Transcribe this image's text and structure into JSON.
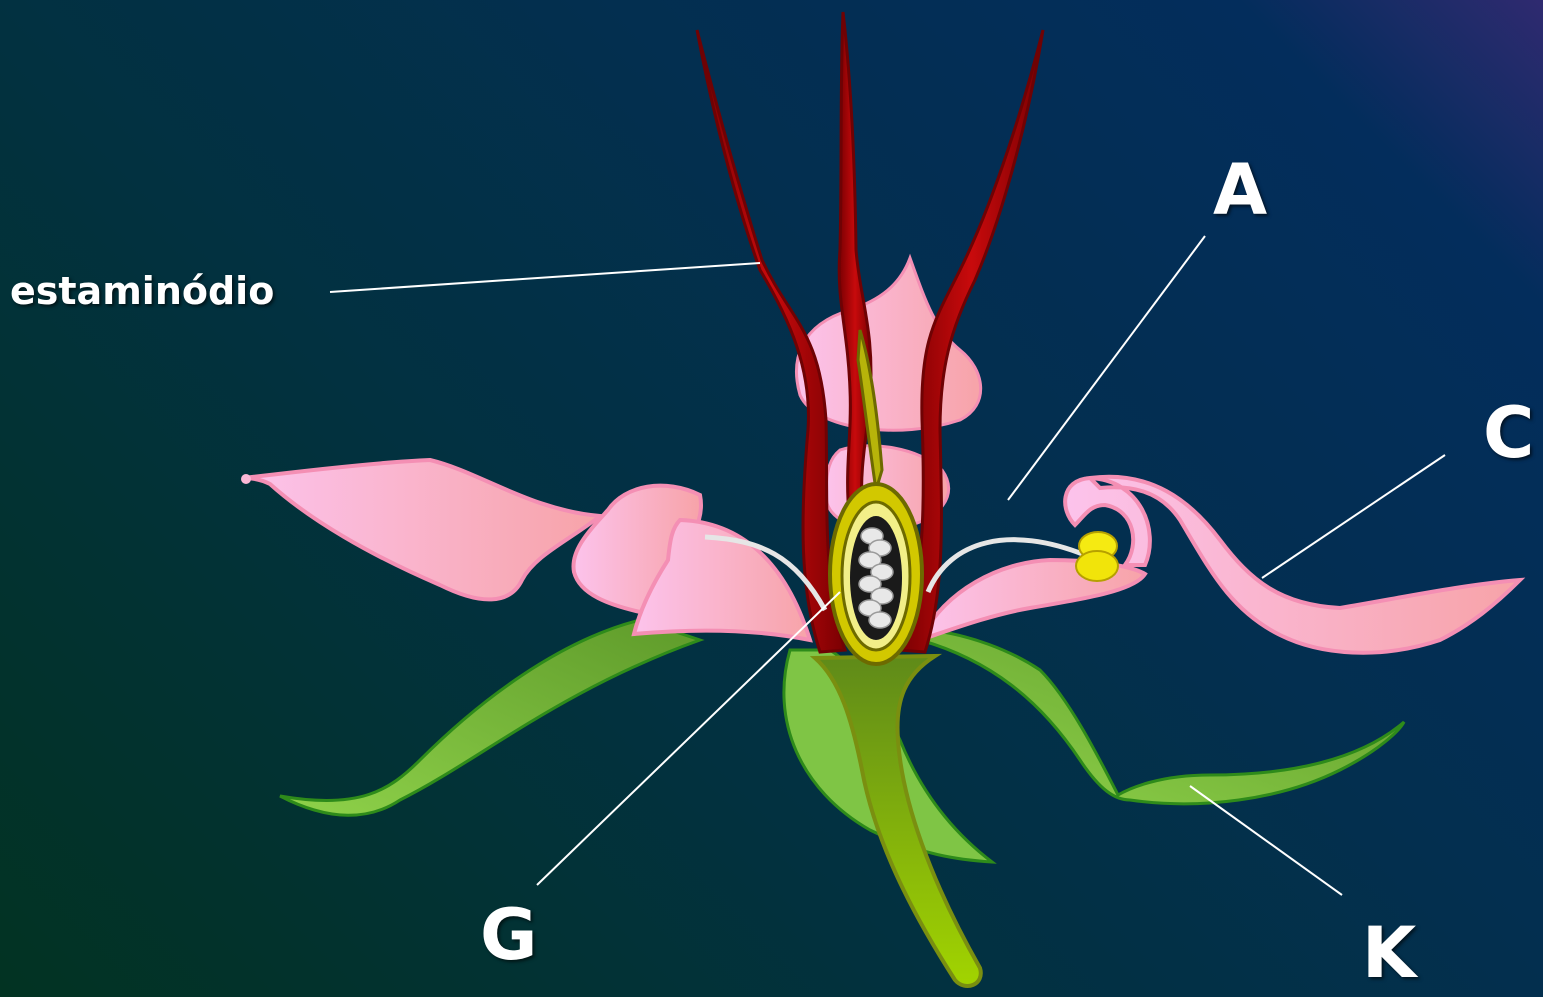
{
  "labels": {
    "staminode": "estaminódio",
    "androecium": "A",
    "corolla": "C",
    "gynoecium": "G",
    "calyx": "K"
  },
  "colors": {
    "petal": "#fbb8d6",
    "petal_edge": "#f48fb4",
    "staminode": "#a80306",
    "staminode_dark": "#6f0204",
    "sepal": "#7ebd3e",
    "sepal_edge": "#2e8b1a",
    "pistil": "#c8c200",
    "anther": "#f5ea12",
    "stem": "#8bb500",
    "leader_line": "#ffffff"
  }
}
